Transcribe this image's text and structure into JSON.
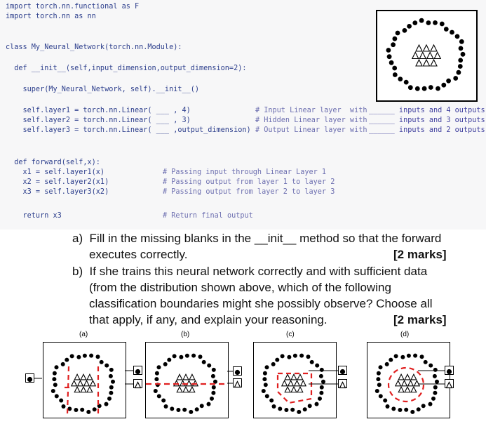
{
  "code": {
    "lines": [
      "import torch.nn.functional as F",
      "import torch.nn as nn",
      "",
      "class My_Neural_Network(torch.nn.Module):",
      "",
      "  def __init__(self,input_dimension,output_dimension=2):",
      "",
      "    super(My_Neural_Network, self).__init__()",
      "",
      "    self.layer1 = torch.nn.Linear( ___ , 4)",
      "    self.layer2 = torch.nn.Linear( ___ , 3)",
      "    self.layer3 = torch.nn.Linear( ___ ,output_dimension)",
      "",
      "",
      "",
      "  def forward(self,x):",
      "    x1 = self.layer1(x)",
      "    x2 = self.layer2(x1)",
      "    x3 = self.layer3(x2)",
      "",
      "    return x3"
    ],
    "init_comments": [
      "# Input Linear layer  with",
      "# Hidden Linear layer with",
      "# Output Linear layer with"
    ],
    "init_suffixes": [
      "______ inputs and 4 outputs",
      "______ inputs and 3 outputs",
      "______ inputs and 2 outputs"
    ],
    "forward_comments": [
      "# Passing input through Linear Layer 1",
      "# Passing output from layer 1 to layer 2",
      "# Passing output from layer 2 to layer 3",
      "# Return final output"
    ]
  },
  "questions": {
    "a_line1": "a)  Fill in the missing blanks in the __init__ method so that the forward",
    "a_line2": "executes correctly.",
    "a_marks": "[2 marks]",
    "b_line1": "b)  If she trains this neural network correctly and with sufficient data",
    "b_line2": "(from the distribution shown above, which of the following",
    "b_line3": "classification boundaries might she possibly observe? Choose all",
    "b_line4": "that apply, if any, and explain your reasoning.",
    "b_marks": "[2 marks]"
  },
  "options": [
    {
      "label": "(a)"
    },
    {
      "label": "(b)"
    },
    {
      "label": "(c)"
    },
    {
      "label": "(d)"
    }
  ],
  "colors": {
    "code_bg": "#f7f7f8",
    "keyword": "#2c3e8c",
    "comment": "#6d6fb0",
    "boundary": "#e02020"
  }
}
